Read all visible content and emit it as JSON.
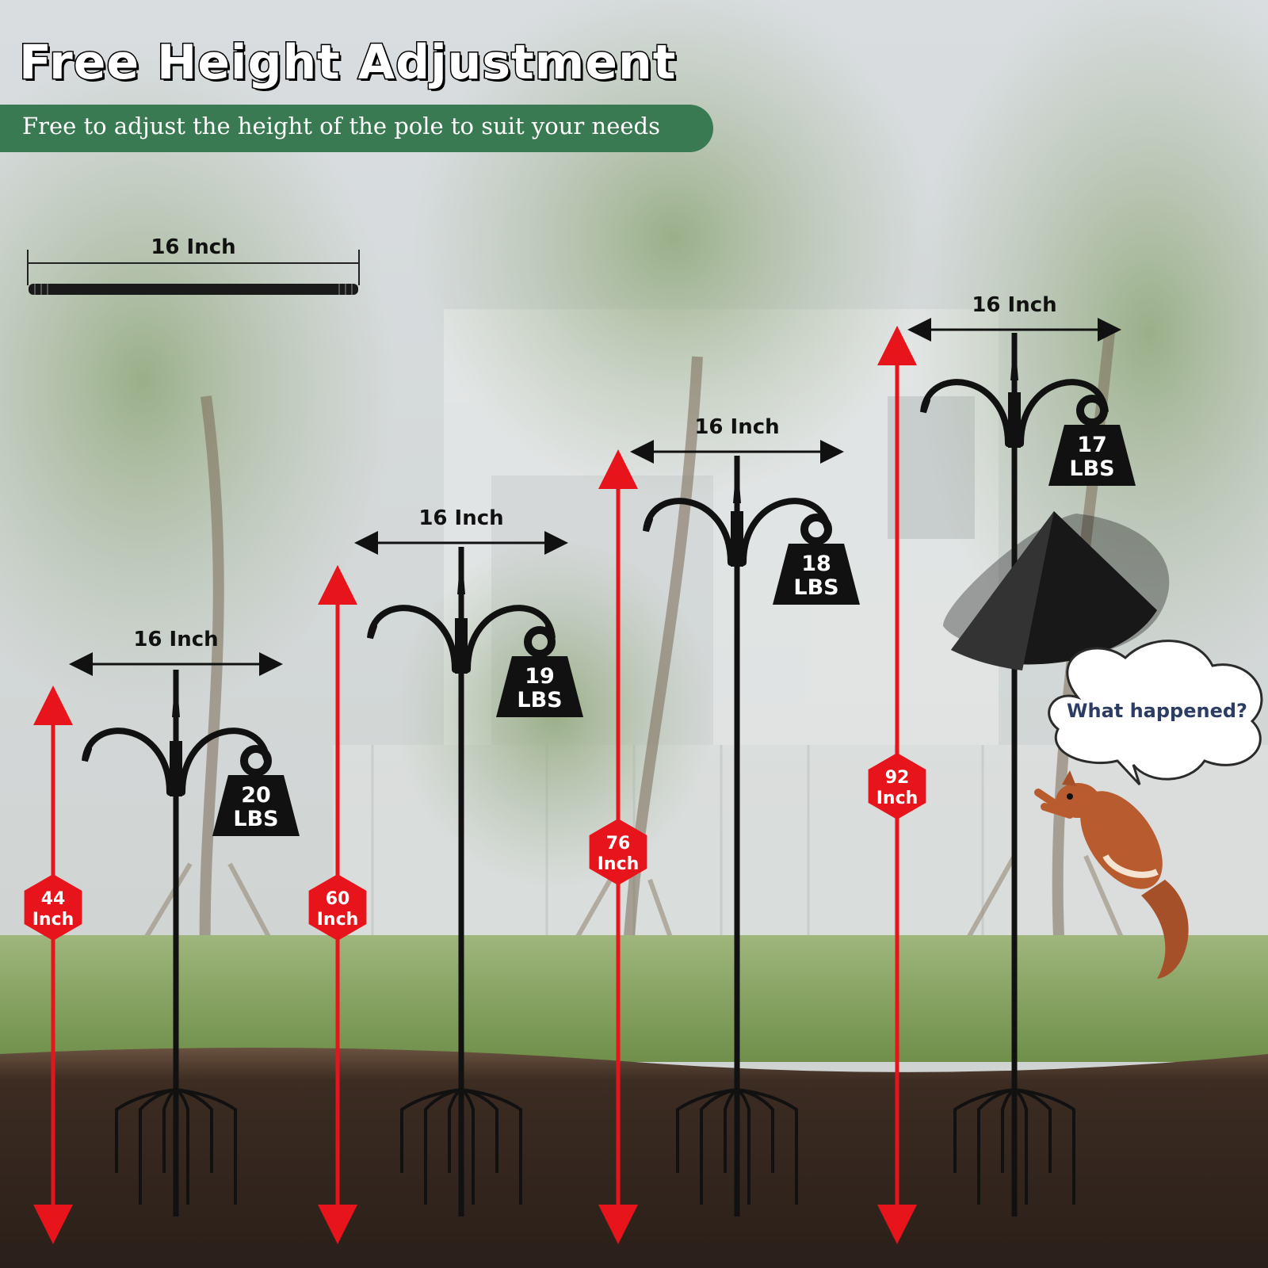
{
  "title": "Free Height Adjustment",
  "subtitle": "Free to adjust the height of the pole to suit your needs",
  "segment": {
    "width_label": "16 Inch"
  },
  "poles": [
    {
      "height_label": [
        "44",
        "Inch"
      ],
      "width_label": "16 Inch",
      "weight_label": [
        "20",
        "LBS"
      ]
    },
    {
      "height_label": [
        "60",
        "Inch"
      ],
      "width_label": "16 Inch",
      "weight_label": [
        "19",
        "LBS"
      ]
    },
    {
      "height_label": [
        "76",
        "Inch"
      ],
      "width_label": "16 Inch",
      "weight_label": [
        "18",
        "LBS"
      ]
    },
    {
      "height_label": [
        "92",
        "Inch"
      ],
      "width_label": "16 Inch",
      "weight_label": [
        "17",
        "LBS"
      ]
    }
  ],
  "speech_bubble": "What happened?",
  "colors": {
    "accent_red": "#e8141b",
    "banner_green": "#3a7a52",
    "bubble_text": "#2b3d63"
  }
}
